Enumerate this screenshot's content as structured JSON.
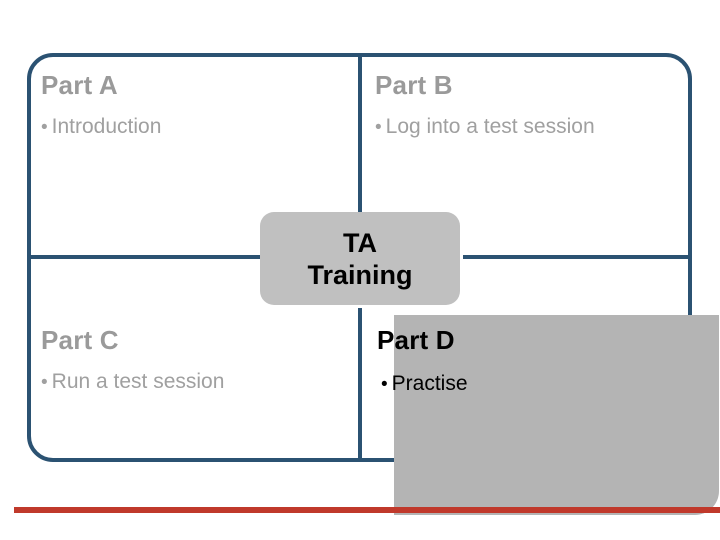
{
  "diagram": {
    "title": "TA Training",
    "center_label_lines": [
      "TA",
      "Training"
    ],
    "bullet_glyph": "•",
    "colors": {
      "frame_border": "#2b5272",
      "divider": "#2b5272",
      "shaded_quadrant": "#b4b4b4",
      "center_box": "#c0c0c0",
      "muted_text": "#9a9a9a",
      "active_text": "#000000",
      "accent_rule": "#c0392b"
    },
    "quadrants": [
      {
        "id": "part-a",
        "title": "Part A",
        "bullet": "Introduction",
        "emphasis": "muted"
      },
      {
        "id": "part-b",
        "title": "Part B",
        "bullet": "Log into a test session",
        "emphasis": "muted"
      },
      {
        "id": "part-c",
        "title": "Part C",
        "bullet": "Run a test session",
        "emphasis": "muted"
      },
      {
        "id": "part-d",
        "title": "Part D",
        "bullet": "Practise",
        "emphasis": "active"
      }
    ]
  }
}
